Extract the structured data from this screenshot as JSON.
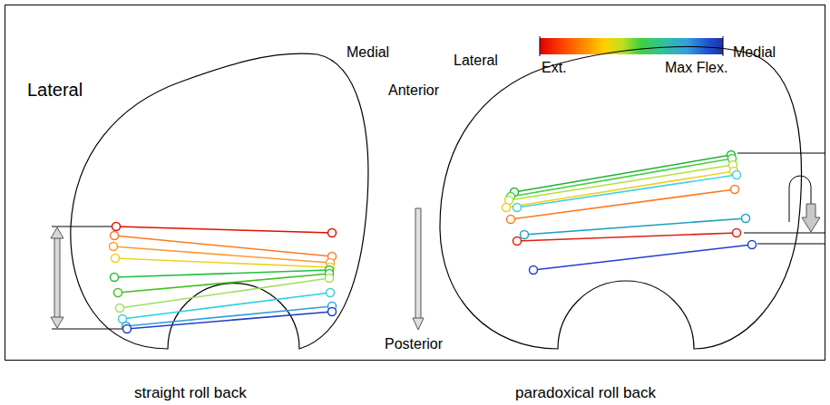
{
  "diagram": {
    "labels": [
      "Ext.",
      "Max Flex.",
      "Lateral",
      "Medial",
      "Lateral",
      "Medial",
      "Anterior",
      "Posterior",
      "straight roll back",
      "paradoxical roll back"
    ]
  }
}
